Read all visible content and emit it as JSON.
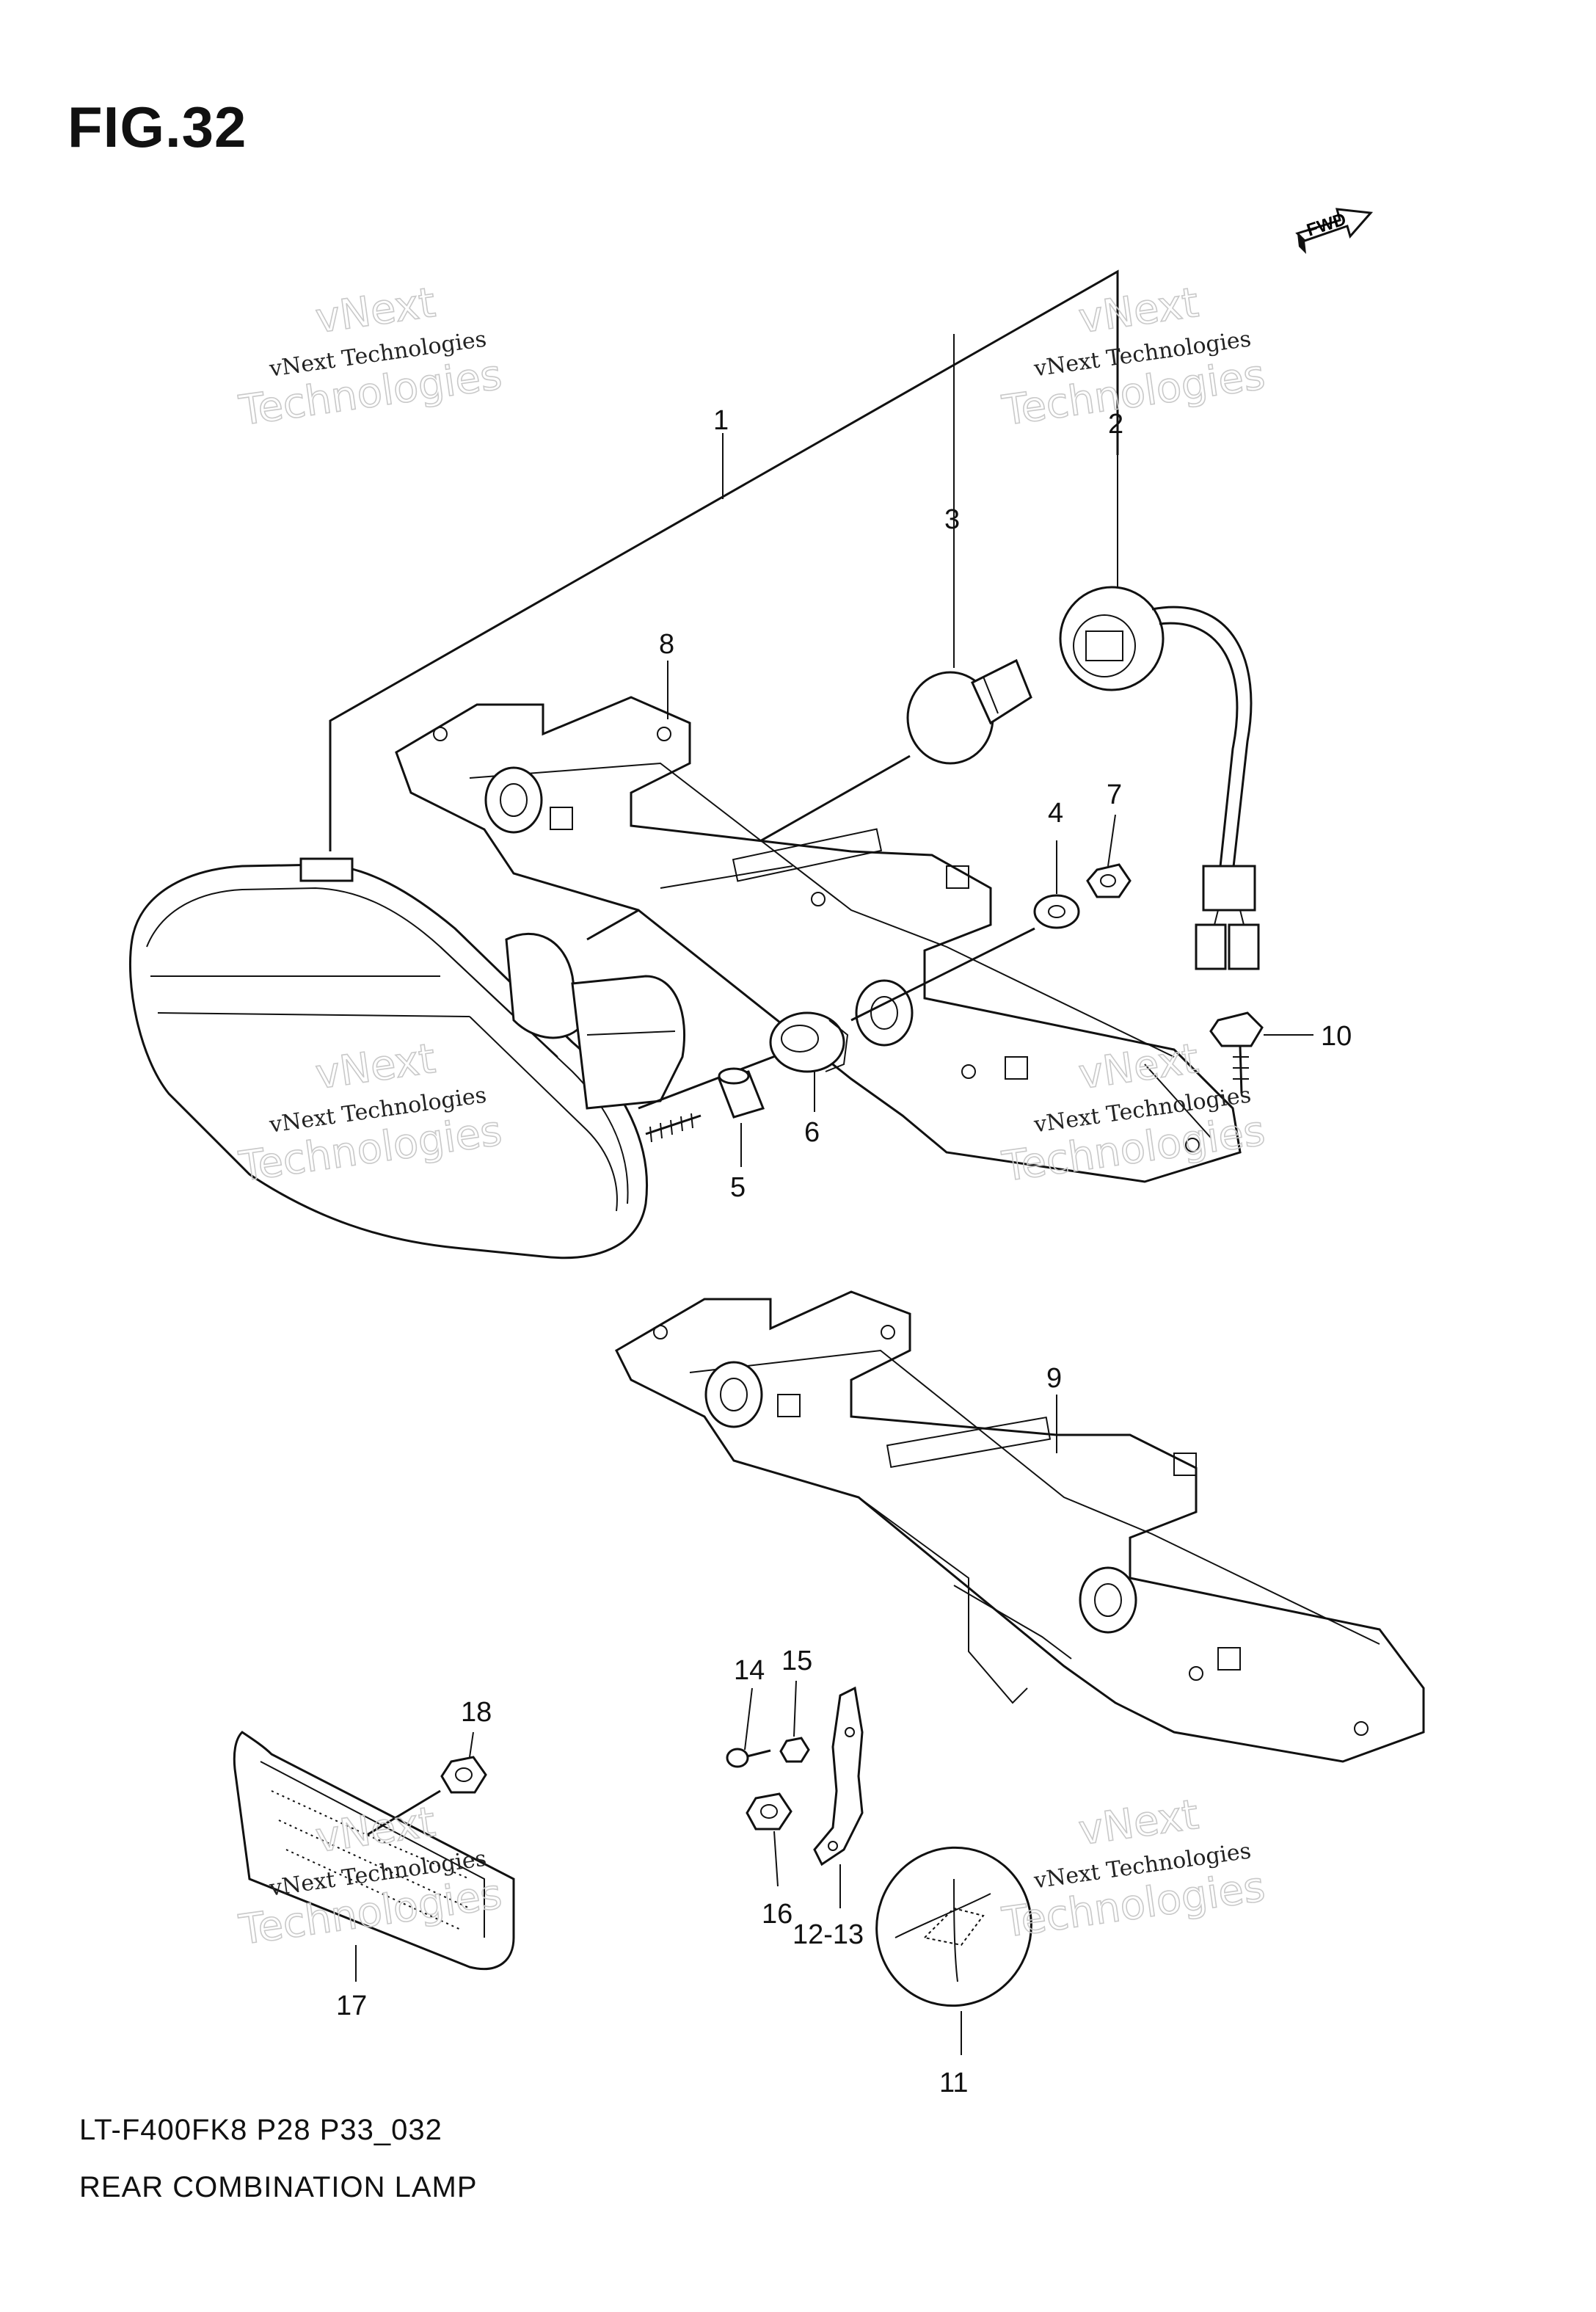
{
  "figure": {
    "title": "FIG.32",
    "fwd_label": "FWD",
    "footer_model": "LT-F400FK8 P28 P33_032",
    "footer_name": "REAR COMBINATION LAMP"
  },
  "watermark": {
    "line1": "vNext Technologies",
    "big_top": "vNext",
    "big_bottom": "Technologies"
  },
  "callouts": [
    "1",
    "2",
    "3",
    "4",
    "5",
    "6",
    "7",
    "8",
    "9",
    "10",
    "11",
    "12-13",
    "14",
    "15",
    "16",
    "17",
    "18"
  ]
}
